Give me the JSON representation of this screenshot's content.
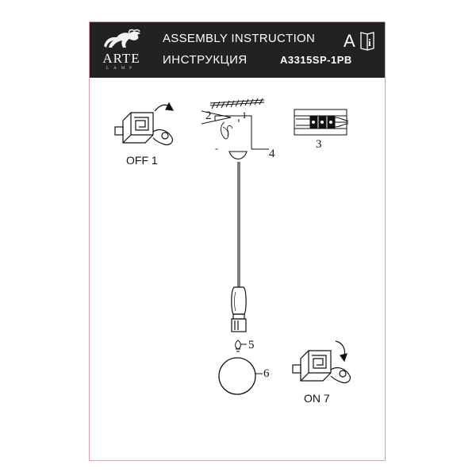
{
  "header": {
    "brand": "ARTE",
    "brand_sub": "LAMP",
    "title_en": "ASSEMBLY  INSTRUCTION",
    "title_ru": "ИНСТРУКЦИЯ",
    "model": "A3315SP-1PB",
    "icon": "manual-book-icon",
    "icon_letter": "A",
    "icon_glyph": "i"
  },
  "steps": {
    "off": "OFF 1",
    "on": "ON 7",
    "n2": "2",
    "n3": "3",
    "n4": "4",
    "n5": "5",
    "n6": "6",
    "m1": "1",
    "minus": "-"
  },
  "colors": {
    "header_bg": "#222222",
    "border": "#d9a3ad",
    "ink": "#111111"
  }
}
